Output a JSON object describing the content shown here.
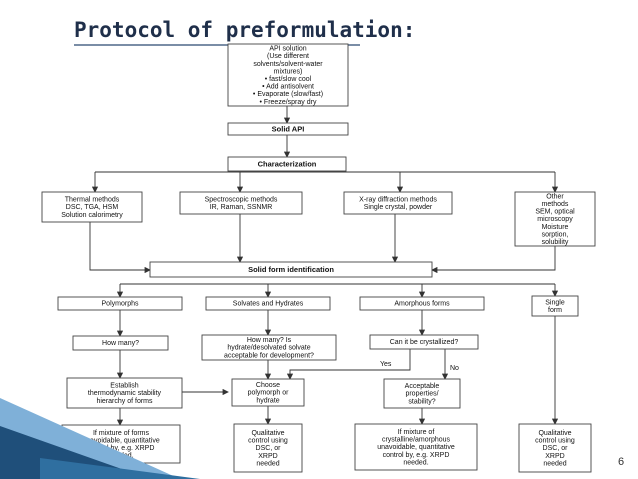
{
  "slide": {
    "title": "Protocol of preformulation:",
    "page_number": "6"
  },
  "nodes": {
    "api_solution": [
      "API solution",
      "(Use different",
      "solvents/solvent-water",
      "mixtures)",
      "• fast/slow cool",
      "• Add antisolvent",
      "• Evaporate (slow/fast)",
      "• Freeze/spray dry"
    ],
    "solid_api": [
      "Solid API"
    ],
    "characterization": [
      "Characterization"
    ],
    "thermal": [
      "Thermal methods",
      "DSC, TGA, HSM",
      "Solution calorimetry"
    ],
    "spectroscopic": [
      "Spectroscopic methods",
      "IR, Raman, SSNMR"
    ],
    "xray": [
      "X-ray diffraction methods",
      "Single crystal, powder"
    ],
    "other": [
      "Other",
      "methods",
      "SEM, optical",
      "microscopy",
      "Moisture",
      "sorption,",
      "solubility"
    ],
    "solid_form_id": [
      "Solid form identification"
    ],
    "polymorphs": [
      "Polymorphs"
    ],
    "solvates": [
      "Solvates and Hydrates"
    ],
    "amorphous": [
      "Amorphous forms"
    ],
    "single_form": [
      "Single",
      "form"
    ],
    "how_many": [
      "How many?"
    ],
    "how_many_hydrate": [
      "How many? Is",
      "hydrate/desolvated solvate",
      "acceptable for development?"
    ],
    "crystallized": [
      "Can it be crystallized?"
    ],
    "establish": [
      "Establish",
      "thermodynamic stability",
      "hierarchy of forms"
    ],
    "choose": [
      "Choose",
      "polymorph or",
      "hydrate"
    ],
    "acceptable": [
      "Acceptable",
      "properties/",
      "stability?"
    ],
    "mixture_forms": [
      "If mixture of forms",
      "unavoidable, quantitative",
      "control by, e.g. XRPD",
      "needed."
    ],
    "qual_control_1": [
      "Qualitative",
      "control using",
      "DSC, or",
      "XRPD",
      "needed"
    ],
    "mixture_cryst": [
      "If mixture of",
      "crystalline/amorphous",
      "unavoidable, quantitative",
      "control by, e.g. XRPD",
      "needed."
    ],
    "qual_control_2": [
      "Qualitative",
      "control using",
      "DSC, or",
      "XRPD",
      "needed"
    ]
  },
  "edge_labels": {
    "yes": "Yes",
    "no": "No"
  },
  "colors": {
    "title": "#1f2f4a",
    "deco_dark": "#1f4f7a",
    "deco_light": "#7fb0d8"
  }
}
